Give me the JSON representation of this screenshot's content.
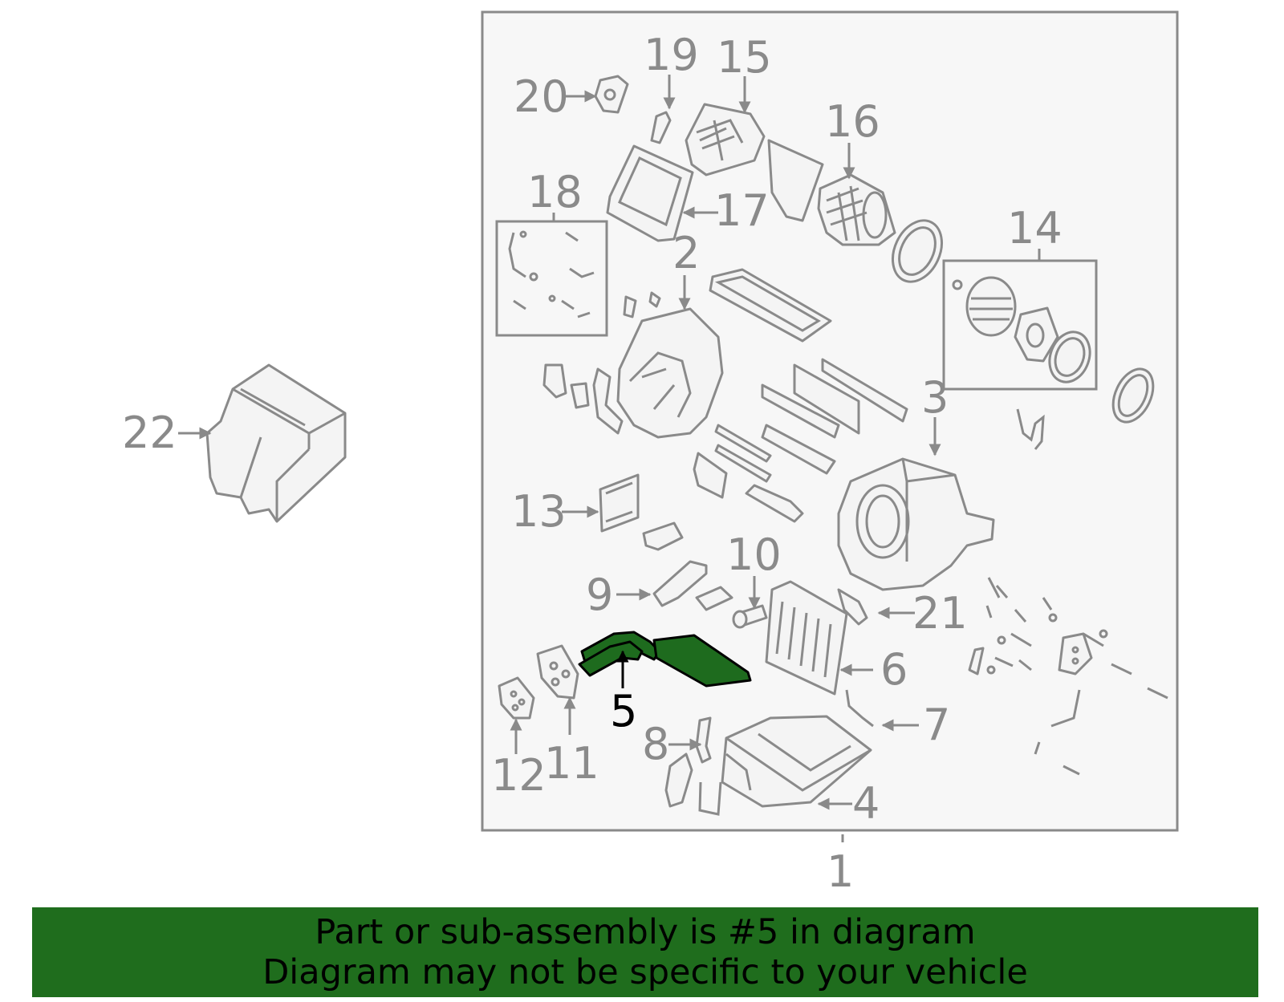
{
  "callouts": [
    "1",
    "2",
    "3",
    "4",
    "5",
    "6",
    "7",
    "8",
    "9",
    "10",
    "11",
    "12",
    "13",
    "14",
    "15",
    "16",
    "17",
    "18",
    "19",
    "20",
    "21",
    "22"
  ],
  "highlight_callout": "5",
  "colors": {
    "highlight": "#1e6b1e",
    "banner": "#1f6d1d",
    "line": "#8a8a8a",
    "panel": "#f7f7f7"
  },
  "banner": {
    "line1": "Part or sub-assembly is #5 in diagram",
    "line2": "Diagram may not be specific to your vehicle"
  }
}
